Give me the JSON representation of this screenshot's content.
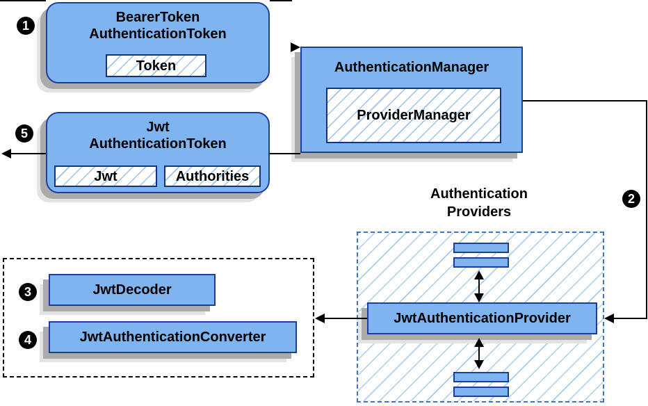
{
  "colors": {
    "node_fill": "#7eb5f0",
    "node_border": "#1c3d99",
    "hatch_line": "#9cc3ec",
    "providers_dash_border": "#3f74c2",
    "black_dash_border": "#000000",
    "shadow_dark": "#ababab",
    "shadow_light": "#e3e3e3",
    "connector": "#000000",
    "badge_bg": "#000000",
    "badge_text": "#ffffff"
  },
  "badges": {
    "one": "1",
    "two": "2",
    "three": "3",
    "four": "4",
    "five": "5"
  },
  "nodes": {
    "bearer": {
      "line1": "BearerToken",
      "line2": "AuthenticationToken",
      "token": "Token"
    },
    "manager": {
      "title": "AuthenticationManager",
      "inner": "ProviderManager"
    },
    "jwt": {
      "line1": "Jwt",
      "line2": "AuthenticationToken",
      "inner1": "Jwt",
      "inner2": "Authorities"
    },
    "providers": {
      "label_line1": "Authentication",
      "label_line2": "Providers",
      "provider": "JwtAuthenticationProvider"
    },
    "decoder_group": {
      "decoder": "JwtDecoder",
      "converter": "JwtAuthenticationConverter"
    }
  }
}
